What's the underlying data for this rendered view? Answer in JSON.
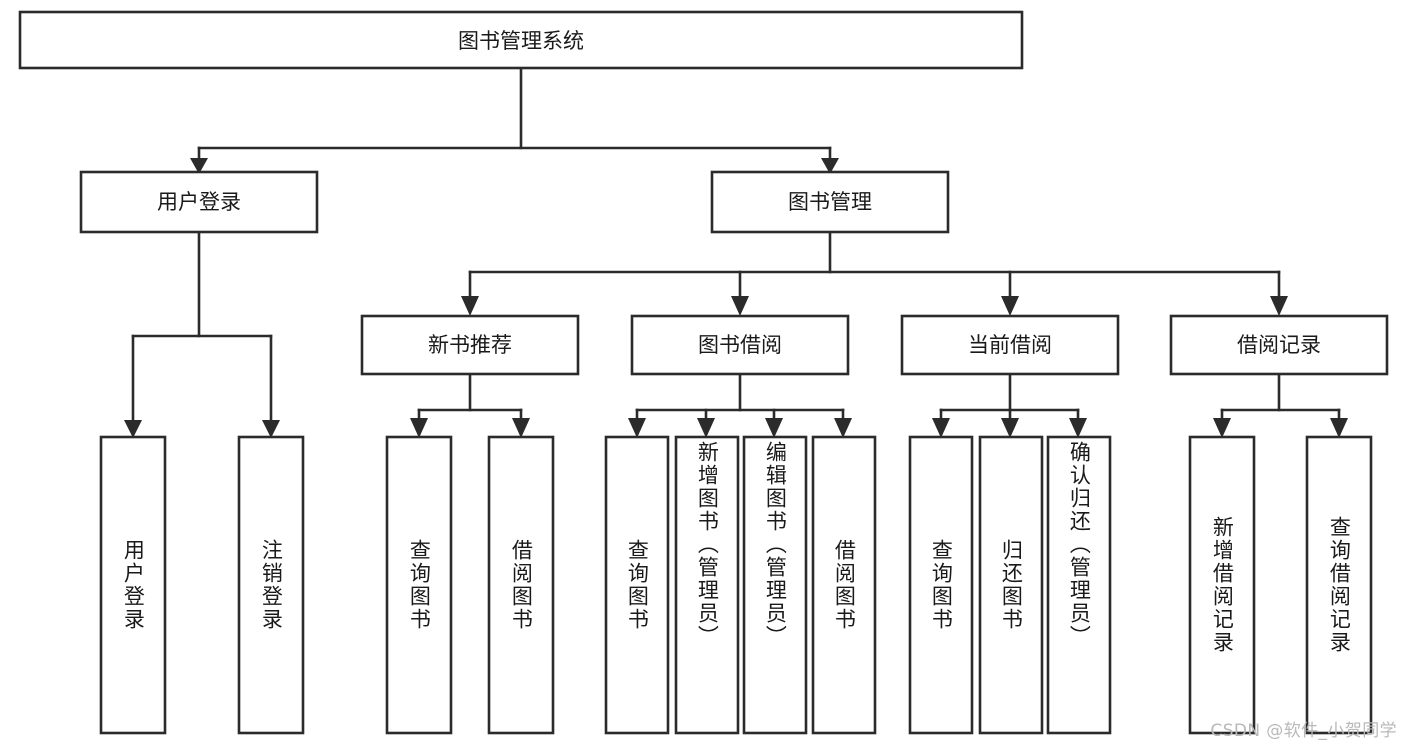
{
  "diagram": {
    "type": "tree-hierarchy",
    "title": "图书管理系统",
    "watermark": "CSDN @软件_小贺同学",
    "colors": {
      "stroke": "#2b2b2b",
      "fill": "#ffffff",
      "text": "#1a1a1a",
      "background": "#ffffff",
      "watermark": "#b9b9b9"
    },
    "levels": {
      "root": {
        "label": "图书管理系统"
      },
      "level2": [
        {
          "id": "user-login",
          "label": "用户登录"
        },
        {
          "id": "book-management",
          "label": "图书管理"
        }
      ],
      "level3": [
        {
          "id": "new-book-recommend",
          "label": "新书推荐",
          "parent": "book-management"
        },
        {
          "id": "book-borrow",
          "label": "图书借阅",
          "parent": "book-management"
        },
        {
          "id": "current-borrow",
          "label": "当前借阅",
          "parent": "book-management"
        },
        {
          "id": "borrow-record",
          "label": "借阅记录",
          "parent": "book-management"
        }
      ],
      "leaves": {
        "user-login": [
          {
            "id": "leaf-user-login",
            "label": "用户登录"
          },
          {
            "id": "leaf-user-logout",
            "label": "注销登录"
          }
        ],
        "new-book-recommend": [
          {
            "id": "leaf-query-book-1",
            "label": "查询图书"
          },
          {
            "id": "leaf-borrow-book-1",
            "label": "借阅图书"
          }
        ],
        "book-borrow": [
          {
            "id": "leaf-query-book-2",
            "label": "查询图书"
          },
          {
            "id": "leaf-add-book",
            "label": "新增图书（管理员）"
          },
          {
            "id": "leaf-edit-book",
            "label": "编辑图书（管理员）"
          },
          {
            "id": "leaf-borrow-book-2",
            "label": "借阅图书"
          }
        ],
        "current-borrow": [
          {
            "id": "leaf-query-book-3",
            "label": "查询图书"
          },
          {
            "id": "leaf-return-book",
            "label": "归还图书"
          },
          {
            "id": "leaf-confirm-return",
            "label": "确认归还（管理员）"
          }
        ],
        "borrow-record": [
          {
            "id": "leaf-add-record",
            "label": "新增借阅记录"
          },
          {
            "id": "leaf-query-record",
            "label": "查询借阅记录"
          }
        ]
      }
    }
  }
}
